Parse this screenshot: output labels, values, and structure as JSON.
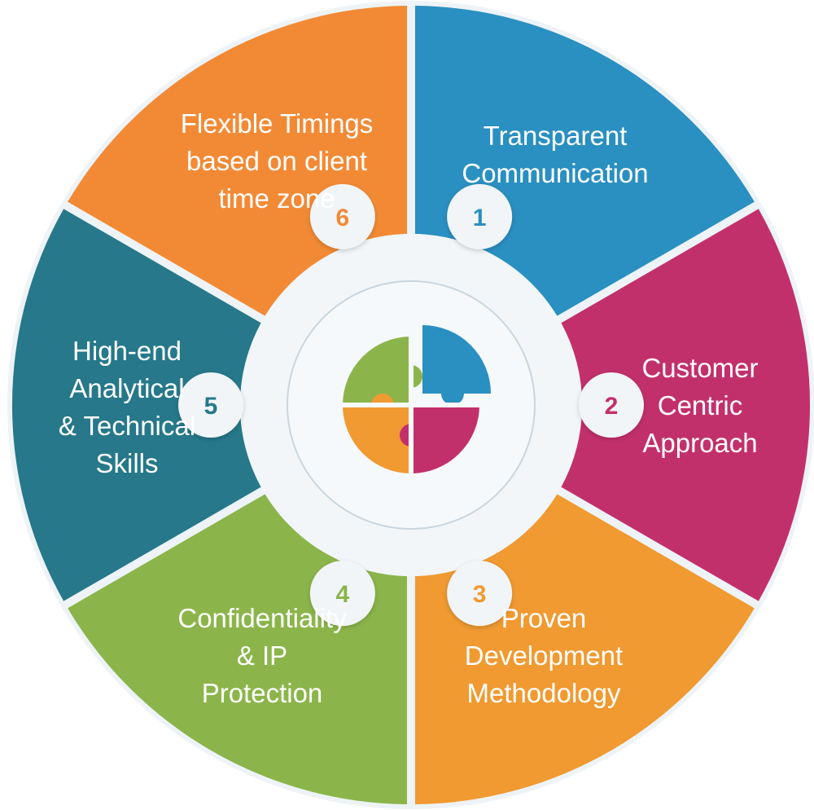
{
  "segments": [
    {
      "number": "1",
      "lines": [
        "Transparent",
        "Communication"
      ],
      "color": "#2a8fc1"
    },
    {
      "number": "2",
      "lines": [
        "Customer",
        "Centric",
        "Approach"
      ],
      "color": "#c2306c"
    },
    {
      "number": "3",
      "lines": [
        "Proven",
        "Development",
        "Methodology"
      ],
      "color": "#f09a31"
    },
    {
      "number": "4",
      "lines": [
        "Confidentiality",
        "& IP",
        "Protection"
      ],
      "color": "#8bb54a"
    },
    {
      "number": "5",
      "lines": [
        "High-end",
        "Analytical",
        "& Technical",
        "Skills"
      ],
      "color": "#26788a"
    },
    {
      "number": "6",
      "lines": [
        "Flexible Timings",
        "based on client",
        "time zone"
      ],
      "color": "#f28a35"
    }
  ],
  "center_icon": "puzzle-icon",
  "colors": {
    "outer_ring": "#eef3f7",
    "inner_ring": "#f2f6f9",
    "badge_bg": "#f1f5f8",
    "center_border": "#c9d6df",
    "puzzle_blue": "#2a8fc1",
    "puzzle_green": "#8bb54a",
    "puzzle_orange": "#f09a31",
    "puzzle_magenta": "#c2306c"
  }
}
